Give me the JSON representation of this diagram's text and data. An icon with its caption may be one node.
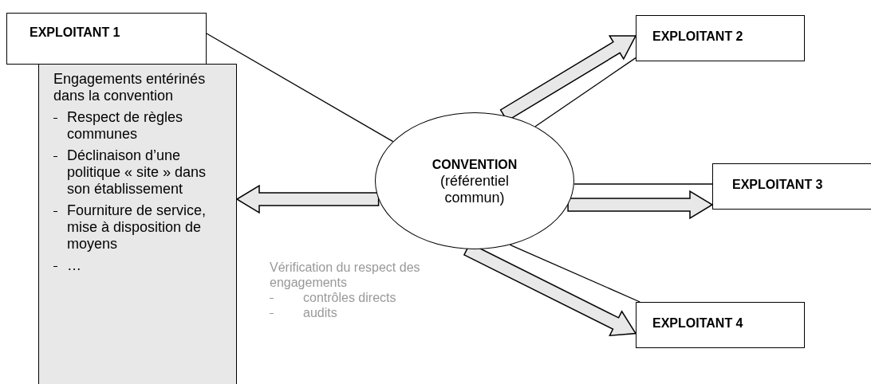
{
  "diagram": {
    "nodes": [
      {
        "text": [
          "EXPLOITANT 1"
        ]
      },
      {
        "text": [
          "Engagements entérinés dans la convention",
          "Respect de règles communes",
          "Déclinaison d’une politique « site » dans son établissement",
          "Fourniture de service, mise à disposition de moyens",
          "…"
        ]
      },
      {
        "text": [
          "CONVENTION",
          "(référentiel commun)"
        ]
      },
      {
        "text": [
          "EXPLOITANT 2"
        ]
      },
      {
        "text": [
          "EXPLOITANT 3"
        ]
      },
      {
        "text": [
          "EXPLOITANT 4"
        ]
      }
    ],
    "edges": [
      {
        "from": 0,
        "to": 2,
        "arrow": "none"
      },
      {
        "from": 2,
        "to": 1,
        "arrow": "to",
        "style": "thick"
      },
      {
        "from": 2,
        "to": 3,
        "arrow": "none"
      },
      {
        "from": 2,
        "to": 3,
        "arrow": "to",
        "style": "thick"
      },
      {
        "from": 2,
        "to": 4,
        "arrow": "none"
      },
      {
        "from": 2,
        "to": 4,
        "arrow": "to",
        "style": "thick"
      },
      {
        "from": 2,
        "to": 5,
        "arrow": "none"
      },
      {
        "from": 2,
        "to": 5,
        "arrow": "to",
        "style": "thick"
      }
    ],
    "labels": [
      "Vérification du respect des engagements",
      "contrôles directs",
      "audits"
    ]
  }
}
